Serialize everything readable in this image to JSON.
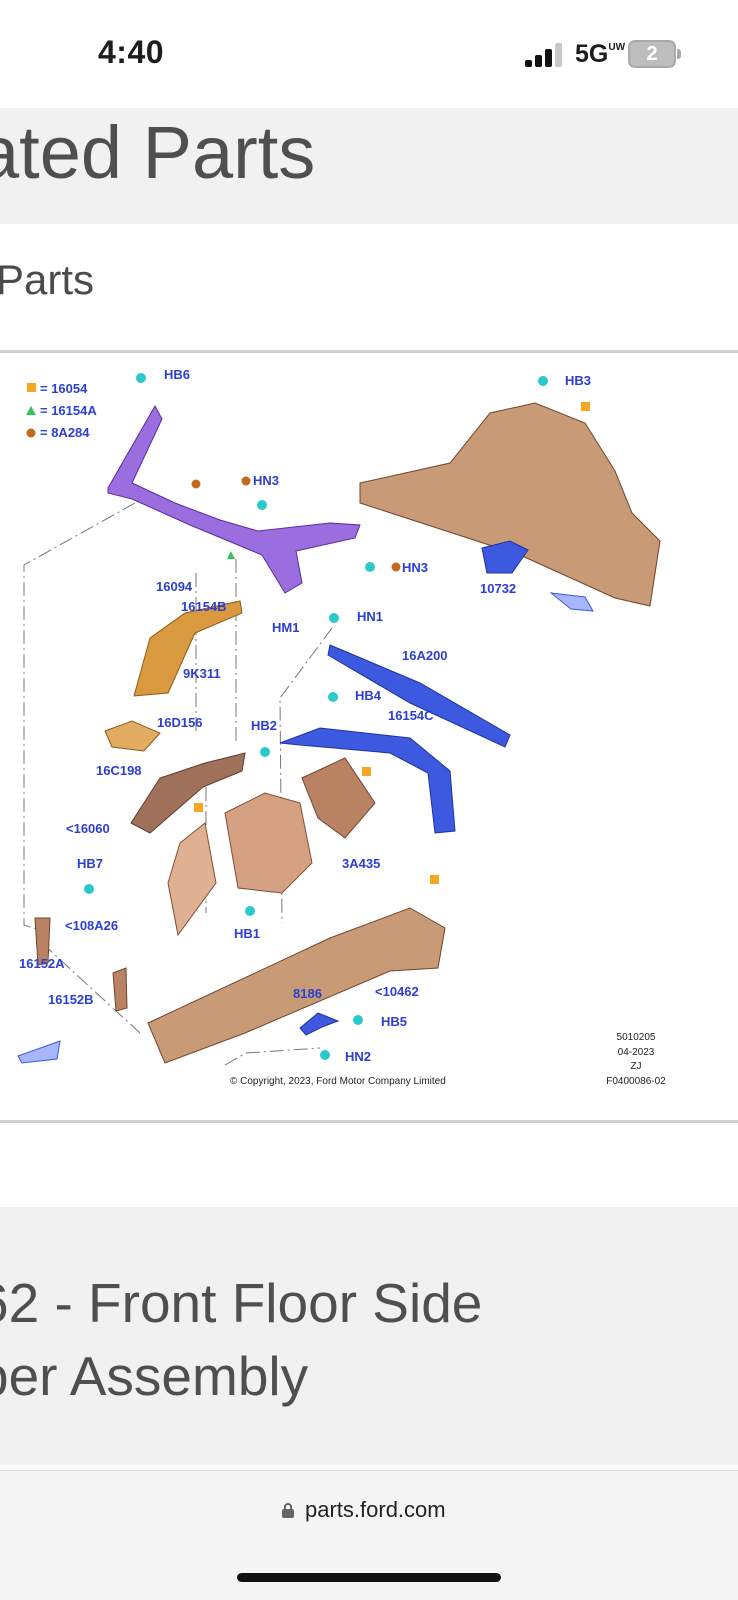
{
  "status_bar": {
    "time": "4:40",
    "network": "5G",
    "network_superscript": "UW",
    "battery": "2",
    "signal_icon": "signal-bars-icon"
  },
  "page": {
    "banner_title": "ated Parts",
    "section_title": "Parts"
  },
  "diagram": {
    "legend": [
      {
        "symbol": "square",
        "color": "#f5a623",
        "label": "= 16054"
      },
      {
        "symbol": "triangle",
        "color": "#35c45a",
        "label": "= 16154A"
      },
      {
        "symbol": "circle",
        "color": "#c06a1c",
        "label": "= 8A284"
      }
    ],
    "callouts": {
      "hb6": "HB6",
      "hn3_top": "HN3",
      "hn3_right": "HN3",
      "hb3": "HB3",
      "c10732": "10732",
      "c16094": "16094",
      "c16154b": "16154B",
      "hm1": "HM1",
      "hn1": "HN1",
      "c16a200": "16A200",
      "c9k311": "9K311",
      "hb4": "HB4",
      "c16154c": "16154C",
      "c16d156": "16D156",
      "hb2": "HB2",
      "c16c198": "16C198",
      "c16060": "<16060",
      "c3a435": "3A435",
      "hb7": "HB7",
      "c108a26": "<108A26",
      "hb1": "HB1",
      "c16152a": "16152A",
      "c16152b": "16152B",
      "c8186": "8186",
      "c10462": "<10462",
      "hb5": "HB5",
      "hn2": "HN2"
    },
    "metadata": {
      "number": "5010205",
      "date": "04-2023",
      "code": "ZJ",
      "figure": "F0400086-02"
    },
    "copyright": "© Copyright, 2023, Ford Motor Company Limited",
    "colors": {
      "label": "#2b3fd4",
      "purple_part": "#9b6ee0",
      "orange_part": "#d99a3f",
      "blue_part": "#3c59df",
      "bronze_part": "#b98262",
      "bolt": "#2bc8cc"
    }
  },
  "result": {
    "title_line1": "62 - Front Floor Side",
    "title_line2": "ber Assembly"
  },
  "browser": {
    "url": "parts.ford.com",
    "lock_icon": "lock-icon"
  }
}
